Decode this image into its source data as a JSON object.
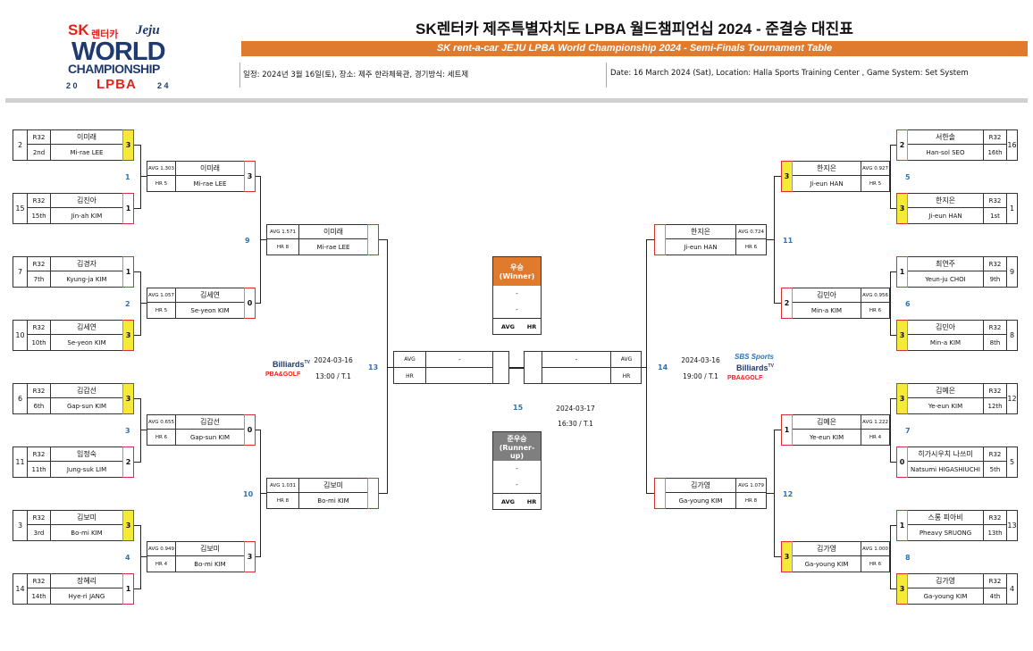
{
  "header": {
    "logo": {
      "sk": "SK",
      "rentacar": "렌터카",
      "jeju": "Jeju",
      "world": "WORLD",
      "championship": "CHAMPIONSHIP",
      "year_left": "2 0",
      "lpba": "LPBA",
      "year_right": "2 4"
    },
    "title_ko": "SK렌터카 제주특별자치도 LPBA 월드챔피언십 2024 - 준결승 대진표",
    "title_en": "SK rent-a-car JEJU LPBA World Championship 2024 - Semi-Finals Tournament Table",
    "info_ko": "일정: 2024년 3월 16일(토), 장소: 제주 한라체육관, 경기방식: 세트제",
    "info_en": "Date: 16 March 2024 (Sat), Location: Halla Sports Training Center , Game System: Set System"
  },
  "left_r32": [
    {
      "seed": "2",
      "round": "R32",
      "name_ko": "이미래",
      "rank": "2nd",
      "name_en": "Mi-rae LEE",
      "score": "3",
      "win": true
    },
    {
      "seed": "15",
      "round": "R32",
      "name_ko": "김진아",
      "rank": "15th",
      "name_en": "Jin-ah KIM",
      "score": "1",
      "win": false
    },
    {
      "seed": "7",
      "round": "R32",
      "name_ko": "김경자",
      "rank": "7th",
      "name_en": "Kyung-ja KIM",
      "score": "1",
      "win": false
    },
    {
      "seed": "10",
      "round": "R32",
      "name_ko": "김세연",
      "rank": "10th",
      "name_en": "Se-yeon KIM",
      "score": "3",
      "win": true
    },
    {
      "seed": "6",
      "round": "R32",
      "name_ko": "김갑선",
      "rank": "6th",
      "name_en": "Gap-sun KIM",
      "score": "3",
      "win": true
    },
    {
      "seed": "11",
      "round": "R32",
      "name_ko": "임정숙",
      "rank": "11th",
      "name_en": "Jung-suk LIM",
      "score": "2",
      "win": false
    },
    {
      "seed": "3",
      "round": "R32",
      "name_ko": "김보미",
      "rank": "3rd",
      "name_en": "Bo-mi KIM",
      "score": "3",
      "win": true
    },
    {
      "seed": "14",
      "round": "R32",
      "name_ko": "장혜리",
      "rank": "14th",
      "name_en": "Hye-ri JANG",
      "score": "1",
      "win": false
    }
  ],
  "left_r16": [
    {
      "avg": "AVG 1.303",
      "hr": "HR 5",
      "name_ko": "이미래",
      "name_en": "Mi-rae LEE",
      "score": "3"
    },
    {
      "avg": "AVG 1.057",
      "hr": "HR 5",
      "name_ko": "김세연",
      "name_en": "Se-yeon KIM",
      "score": "0"
    },
    {
      "avg": "AVG 0.655",
      "hr": "HR 6",
      "name_ko": "김갑선",
      "name_en": "Gap-sun KIM",
      "score": "0"
    },
    {
      "avg": "AVG 0.949",
      "hr": "HR 4",
      "name_ko": "김보미",
      "name_en": "Bo-mi KIM",
      "score": "3"
    }
  ],
  "left_qf": [
    {
      "avg": "AVG 1.571",
      "hr": "HR 8",
      "name_ko": "이미래",
      "name_en": "Mi-rae LEE"
    },
    {
      "avg": "AVG 1.031",
      "hr": "HR 8",
      "name_ko": "김보미",
      "name_en": "Bo-mi KIM"
    }
  ],
  "right_r32": [
    {
      "seed": "16",
      "round": "R32",
      "name_ko": "서한솔",
      "rank": "16th",
      "name_en": "Han-sol SEO",
      "score": "2",
      "win": false
    },
    {
      "seed": "1",
      "round": "R32",
      "name_ko": "한지은",
      "rank": "1st",
      "name_en": "Ji-eun HAN",
      "score": "3",
      "win": true
    },
    {
      "seed": "9",
      "round": "R32",
      "name_ko": "최연주",
      "rank": "9th",
      "name_en": "Yeun-ju CHOI",
      "score": "1",
      "win": false
    },
    {
      "seed": "8",
      "round": "R32",
      "name_ko": "김민아",
      "rank": "8th",
      "name_en": "Min-a KIM",
      "score": "3",
      "win": true
    },
    {
      "seed": "12",
      "round": "R32",
      "name_ko": "김예은",
      "rank": "12th",
      "name_en": "Ye-eun KIM",
      "score": "3",
      "win": true
    },
    {
      "seed": "5",
      "round": "R32",
      "name_ko": "히가시우치 나쓰미",
      "rank": "5th",
      "name_en": "Natsumi HIGASHIUCHI",
      "score": "0",
      "win": false
    },
    {
      "seed": "13",
      "round": "R32",
      "name_ko": "스롱 피아비",
      "rank": "13th",
      "name_en": "Pheavy SRUONG",
      "score": "1",
      "win": false
    },
    {
      "seed": "4",
      "round": "R32",
      "name_ko": "김가영",
      "rank": "4th",
      "name_en": "Ga-young KIM",
      "score": "3",
      "win": true
    }
  ],
  "right_r16": [
    {
      "avg": "AVG 0.927",
      "hr": "HR 5",
      "name_ko": "한지은",
      "name_en": "Ji-eun HAN",
      "score": "3",
      "win": true
    },
    {
      "avg": "AVG 0.956",
      "hr": "HR 6",
      "name_ko": "김민아",
      "name_en": "Min-a KIM",
      "score": "2",
      "win": false
    },
    {
      "avg": "AVG 1.222",
      "hr": "HR 4",
      "name_ko": "김예은",
      "name_en": "Ye-eun KIM",
      "score": "1",
      "win": false
    },
    {
      "avg": "AVG 1.000",
      "hr": "HR 6",
      "name_ko": "김가영",
      "name_en": "Ga-young KIM",
      "score": "3",
      "win": true
    }
  ],
  "right_qf": [
    {
      "avg": "AVG 0.724",
      "hr": "HR 6",
      "name_ko": "한지은",
      "name_en": "Ji-eun HAN"
    },
    {
      "avg": "AVG 1.079",
      "hr": "HR 8",
      "name_ko": "김가영",
      "name_en": "Ga-young KIM"
    }
  ],
  "match_numbers": {
    "m1": "1",
    "m2": "2",
    "m3": "3",
    "m4": "4",
    "m5": "5",
    "m6": "6",
    "m7": "7",
    "m8": "8",
    "m9": "9",
    "m10": "10",
    "m11": "11",
    "m12": "12",
    "m13": "13",
    "m14": "14",
    "m15": "15"
  },
  "semis": {
    "left": {
      "avg": "AVG",
      "hr": "HR",
      "name1": "-",
      "name2": ""
    },
    "right": {
      "avg": "AVG",
      "hr": "HR",
      "name1": "-",
      "name2": ""
    },
    "left_date": "2024-03-16",
    "left_time": "13:00 / T.1",
    "right_date": "2024-03-16",
    "right_time": "19:00 / T.1",
    "final_date": "2024-03-17",
    "final_time": "16:30 / T.1"
  },
  "winner": {
    "title": "우승",
    "sub": "(Winner)",
    "line1": "-",
    "line2": "-",
    "avg": "AVG",
    "hr": "HR"
  },
  "runner": {
    "title": "준우승",
    "sub": "(Runner-up)",
    "line1": "-",
    "line2": "-",
    "avg": "AVG",
    "hr": "HR"
  },
  "broadcast": {
    "left1": "Billiards",
    "left2": "PBA&GOLF",
    "right0": "SBS Sports",
    "right1": "Billiards",
    "right2": "PBA&GOLF",
    "tv": "TV"
  },
  "colors": {
    "accent": "#e07a2c",
    "win": "#f5ea3a",
    "match_no": "#2a73b8",
    "border_red": "#d43030"
  }
}
